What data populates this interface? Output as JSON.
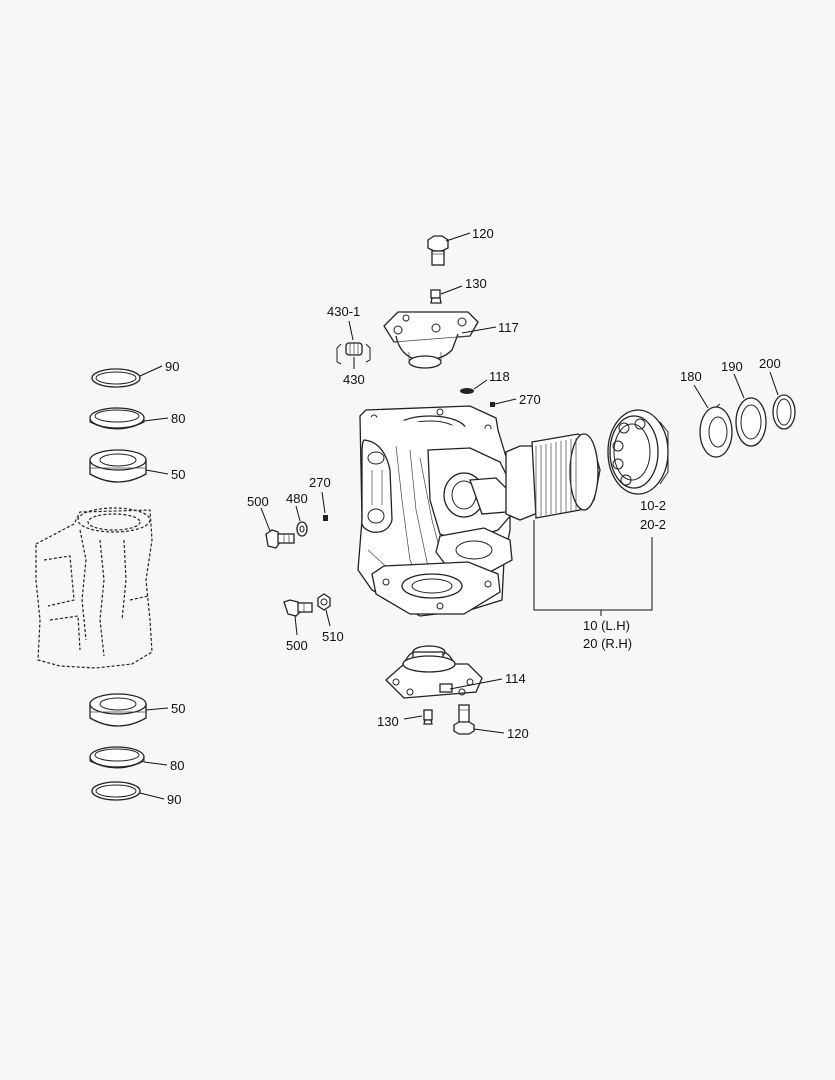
{
  "labels": {
    "p120_top": "120",
    "p130_top": "130",
    "p430_1": "430-1",
    "p117": "117",
    "p430": "430",
    "p118": "118",
    "p270_top": "270",
    "p180": "180",
    "p190": "190",
    "p200": "200",
    "p90_top": "90",
    "p80_top": "80",
    "p50_top": "50",
    "p270_mid": "270",
    "p500_top": "500",
    "p480": "480",
    "p10_2": "10-2",
    "p20_2": "20-2",
    "p500_bot": "500",
    "p510": "510",
    "p10": "10 (L.H)",
    "p20": "20 (R.H)",
    "p114": "114",
    "p130_bot": "130",
    "p120_bot": "120",
    "p50_bot": "50",
    "p80_bot": "80",
    "p90_bot": "90"
  }
}
